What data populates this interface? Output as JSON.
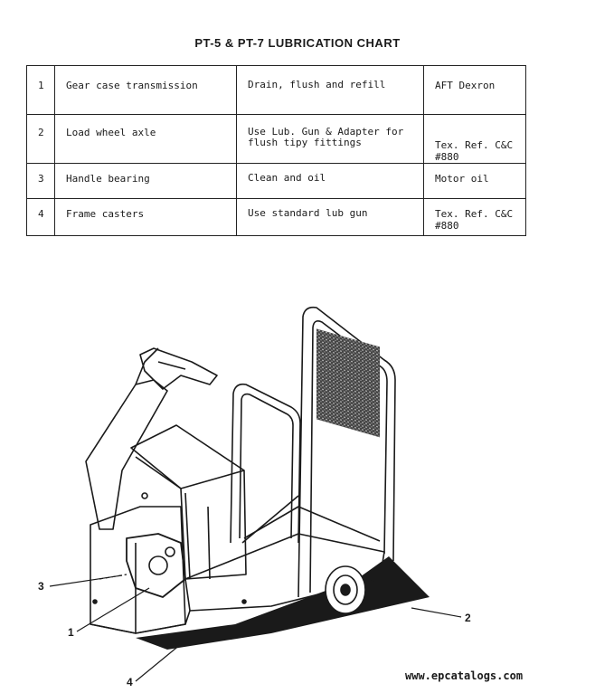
{
  "title": "PT-5 & PT-7 LUBRICATION CHART",
  "rows": [
    {
      "num": "1",
      "part": "Gear case transmission",
      "action": [
        "Drain, flush and refill"
      ],
      "material": "AFT Dexron"
    },
    {
      "num": "2",
      "part": "Load wheel axle",
      "action": [
        "Use Lub. Gun & Adapter for",
        "flush tipy fittings"
      ],
      "material": "Tex. Ref. C&C #880"
    },
    {
      "num": "3",
      "part": "Handle bearing",
      "action": [
        "Clean and oil"
      ],
      "material": "Motor oil"
    },
    {
      "num": "4",
      "part": "Frame casters",
      "action": [
        "Use standard lub gun"
      ],
      "material": "Tex. Ref. C&C #880"
    }
  ],
  "callouts": {
    "c1": "1",
    "c2": "2",
    "c3": "3",
    "c4": "4"
  },
  "footer": {
    "website": "www.epcatalogs.com"
  },
  "colors": {
    "ink": "#1a1a1a",
    "paper": "#ffffff"
  }
}
